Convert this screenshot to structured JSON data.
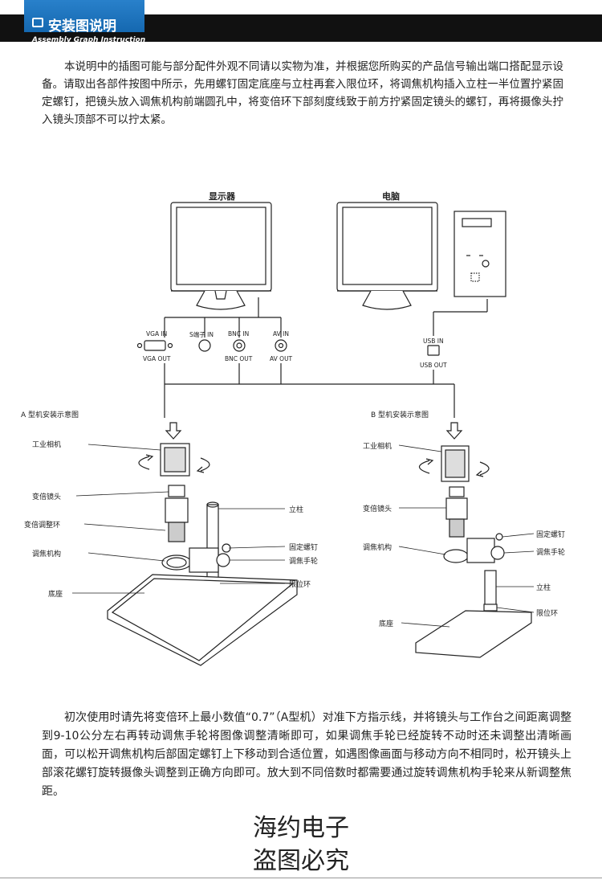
{
  "header": {
    "title": "安装图说明",
    "subtitle": "Assembly Graph Instruction"
  },
  "intro": "本说明中的插图可能与部分配件外观不同请以实物为准，并根据您所购买的产品信号输出端口搭配显示设备。请取出各部件按图中所示，先用螺钉固定底座与立柱再套入限位环，将调焦机构插入立柱一半位置拧紧固定螺钉，把镜头放入调焦机构前端圆孔中，将变倍环下部刻度线致于前方拧紧固定镜头的螺钉，再将摄像头拧入镜头顶部不可以拧太紧。",
  "diagram": {
    "monitor_label": "显示器",
    "computer_label": "电脑",
    "ports": {
      "vga_in": "VGA IN",
      "s_in": "S端子 IN",
      "bnc_in": "BNC IN",
      "av_in": "AV IN",
      "vga_out": "VGA OUT",
      "bnc_out": "BNC OUT",
      "av_out": "AV OUT",
      "usb_in": "USB IN",
      "usb_out": "USB OUT"
    },
    "type_a": {
      "title": "A 型机安装示意图",
      "camera": "工业相机",
      "lens": "变倍镜头",
      "zoom_ring": "变倍调整环",
      "focus_mech": "调焦机构",
      "base": "底座",
      "pillar": "立柱",
      "fix_screw": "固定螺钉",
      "focus_wheel": "调焦手轮",
      "limit_ring": "限位环"
    },
    "type_b": {
      "title": "B 型机安装示意图",
      "camera": "工业相机",
      "lens": "变倍镜头",
      "focus_mech": "调焦机构",
      "base": "底座",
      "fix_screw": "固定螺钉",
      "focus_wheel": "调焦手轮",
      "pillar": "立柱",
      "limit_ring": "限位环"
    }
  },
  "usage": "初次使用时请先将变倍环上最小数值“0.7”（A型机）对准下方指示线，并将镜头与工作台之间距离调整到9-10公分左右再转动调焦手轮将图像调整清晰即可，如果调焦手轮已经旋转不动时还未调整出清晰画面，可以松开调焦机构后部固定螺钉上下移动到合适位置，如遇图像画面与移动方向不相同时，松开镜头上部滚花螺钉旋转摄像头调整到正确方向即可。放大到不同倍数时都需要通过旋转调焦机构手轮来从新调整焦距。",
  "watermark": {
    "line1": "海约电子",
    "line2": "盗图必究"
  }
}
